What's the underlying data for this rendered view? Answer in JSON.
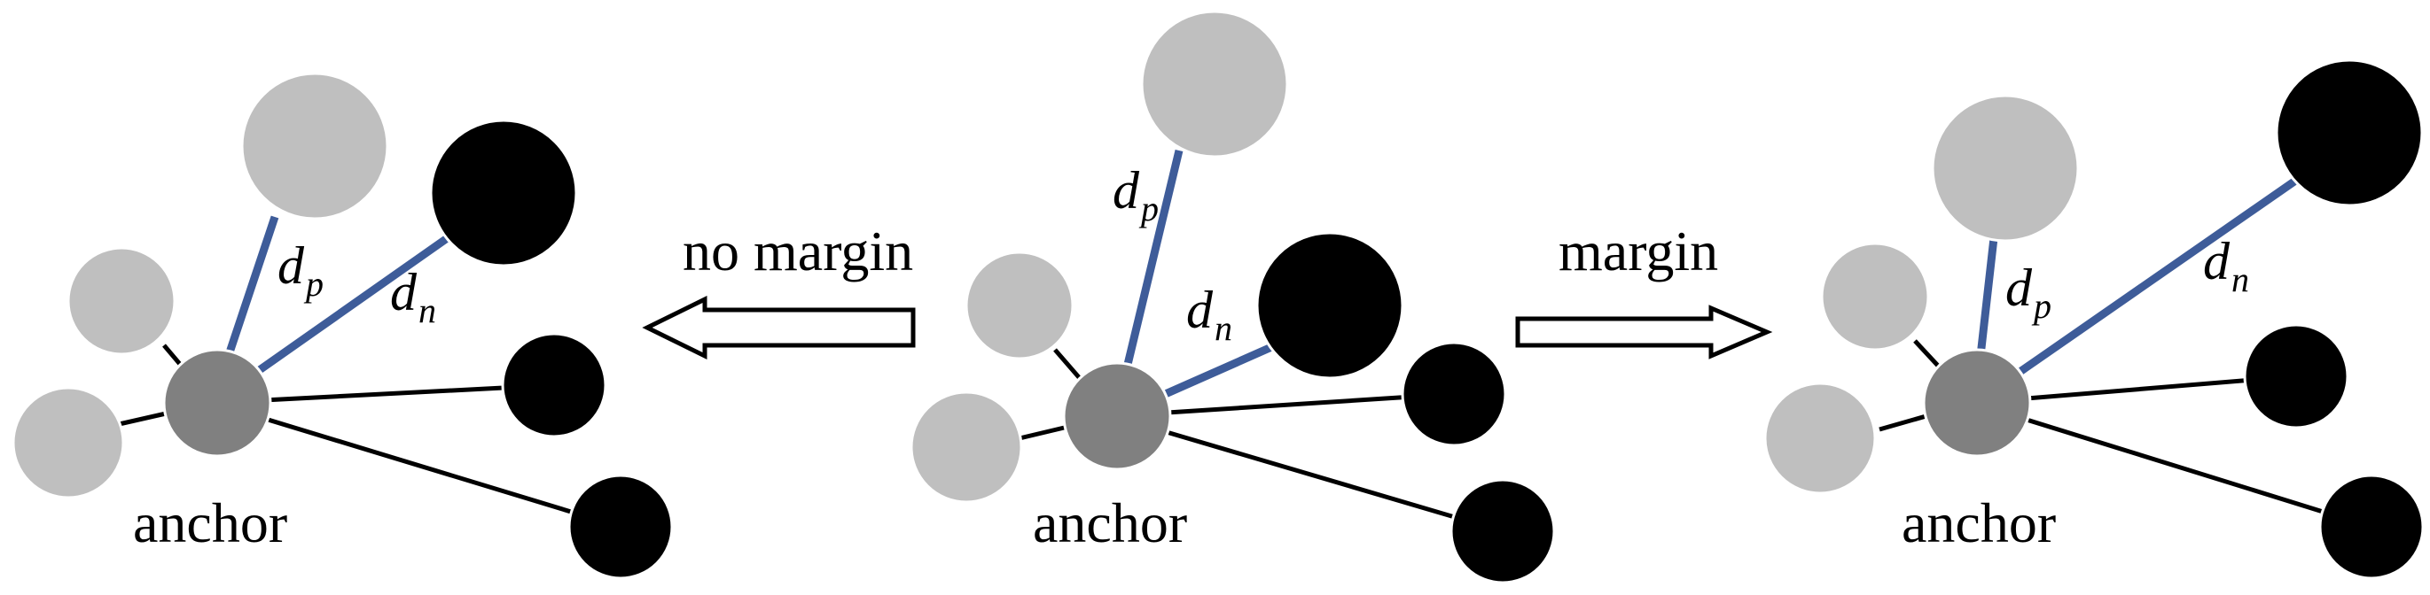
{
  "colors": {
    "positive": "#bfbfbf",
    "negative": "#000000",
    "anchor": "#808080",
    "distance_edge": "#3e5c99",
    "edge": "#000000",
    "arrow_fill": "#ffffff"
  },
  "panels": {
    "left": {
      "anchor_label": "anchor",
      "dp_var": "d",
      "dp_sub": "p",
      "dn_var": "d",
      "dn_sub": "n"
    },
    "center": {
      "anchor_label": "anchor",
      "dp_var": "d",
      "dp_sub": "p",
      "dn_var": "d",
      "dn_sub": "n"
    },
    "right": {
      "anchor_label": "anchor",
      "dp_var": "d",
      "dp_sub": "p",
      "dn_var": "d",
      "dn_sub": "n"
    }
  },
  "arrows": {
    "left": {
      "label": "no margin",
      "direction": "left"
    },
    "right": {
      "label": "margin",
      "direction": "right"
    }
  }
}
